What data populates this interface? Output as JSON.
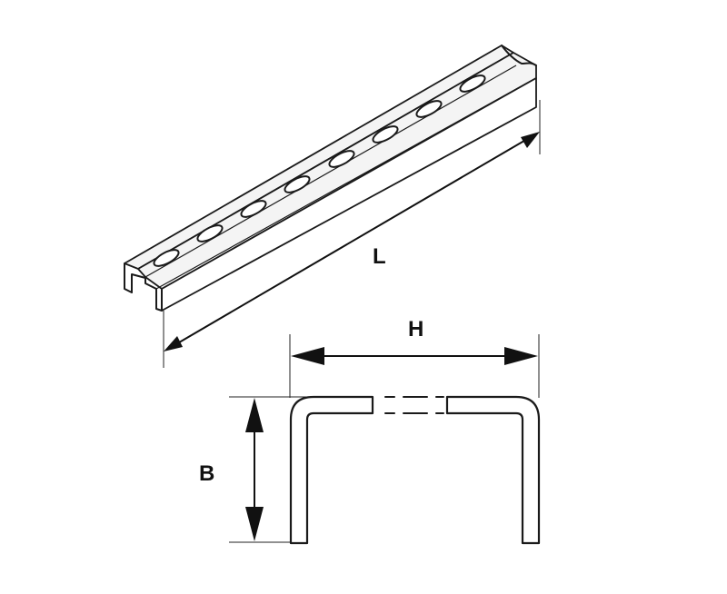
{
  "labels": {
    "length": "L",
    "width": "H",
    "height": "B"
  },
  "colors": {
    "line": "#1a1a1a",
    "background": "#ffffff"
  }
}
